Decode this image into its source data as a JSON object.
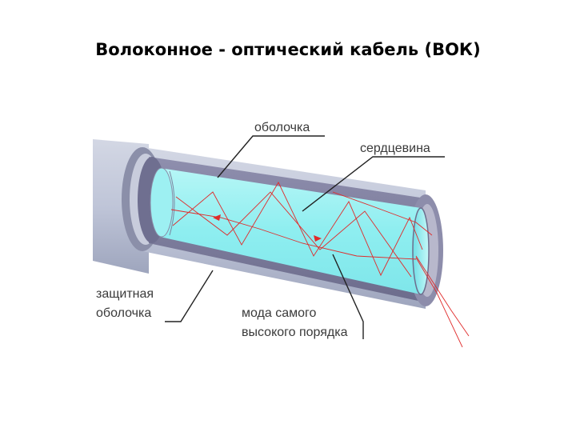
{
  "title": "Волоконное - оптический кабель (ВОК)",
  "labels": {
    "cladding": "оболочка",
    "core": "сердцевина",
    "jacket_line1": "защитная",
    "jacket_line2": "оболочка",
    "mode_line1": "мода самого",
    "mode_line2": "высокого порядка"
  },
  "colors": {
    "core": "#8ff0f2",
    "cladding": "#7f7f9c",
    "jacket": "#c9cede",
    "ray": "#e02a2a"
  }
}
